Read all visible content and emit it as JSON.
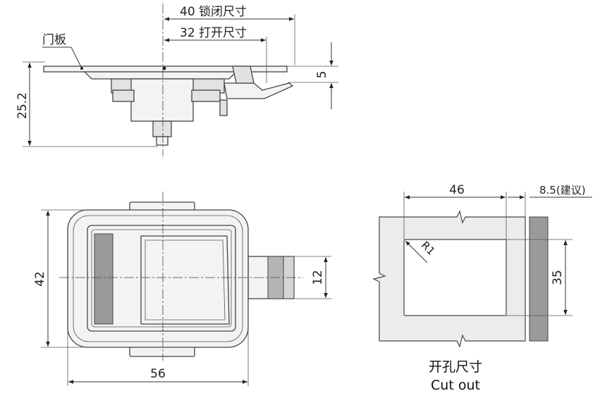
{
  "side_view": {
    "lock_dimension": "40 锁闭尺寸",
    "open_dimension": "32 打开尺寸",
    "door_panel_label": "门板",
    "height_dimension": "25.2",
    "panel_thickness_dimension": "5"
  },
  "front_view": {
    "height_dimension": "42",
    "width_dimension": "56",
    "bolt_dimension": "12"
  },
  "cutout": {
    "width_dimension": "46",
    "offset_dimension": "8.5(建议)",
    "radius_label": "R1",
    "height_dimension": "35",
    "caption_cn": "开孔尺寸",
    "caption_en": "Cut out"
  },
  "colors": {
    "outline": "#444444",
    "fill": "#f3f3f3",
    "shade": "#9a9a9a"
  }
}
